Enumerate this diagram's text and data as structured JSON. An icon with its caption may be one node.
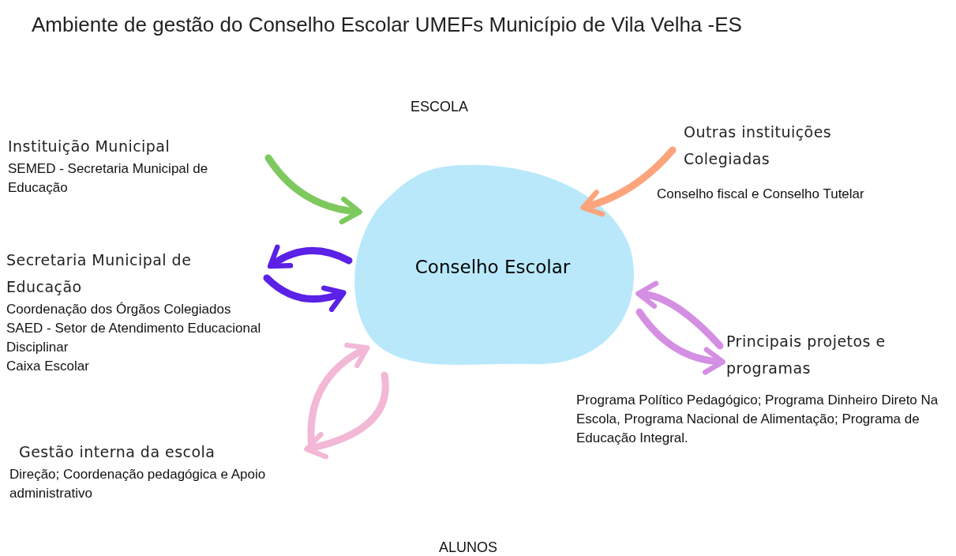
{
  "diagram": {
    "title": "Ambiente de gestão do Conselho Escolar UMEFs Município de Vila Velha -ES",
    "nodes": [
      {
        "text": [
          "Conselho Escolar"
        ]
      },
      {
        "text": [
          "Instituição Municipal",
          "SEMED - Secretaria Municipal de Educação"
        ]
      },
      {
        "text": [
          "Outras instituições Colegiadas",
          "Conselho fiscal e Conselho Tutelar"
        ]
      },
      {
        "text": [
          "Secretaria Municipal de Educação",
          "Coordenação dos Órgãos Colegiados",
          "SAED - Setor de Atendimento Educacional Disciplinar",
          "Caixa Escolar"
        ]
      },
      {
        "text": [
          "Principais projetos e programas",
          "Programa Político Pedagógico; Programa Dinheiro Direto Na Escola, Programa Nacional de Alimentação; Programa de Educação Integral."
        ]
      },
      {
        "text": [
          "Gestão interna da escola",
          "Direção; Coordenação pedagógica e Apoio administrativo"
        ]
      }
    ],
    "edges": [
      {
        "from": 1,
        "to": 0,
        "arrow": "to",
        "color": "#7dc95e"
      },
      {
        "from": 2,
        "to": 0,
        "arrow": "to",
        "color": "#fca47c"
      },
      {
        "from": 0,
        "to": 3,
        "arrow": "to",
        "color": "#5b21e6"
      },
      {
        "from": 3,
        "to": 0,
        "arrow": "to",
        "color": "#5b21e6"
      },
      {
        "from": 4,
        "to": 0,
        "arrow": "to",
        "color": "#d48fe3"
      },
      {
        "from": 0,
        "to": 4,
        "arrow": "to",
        "color": "#d48fe3"
      },
      {
        "from": 5,
        "to": 0,
        "arrow": "to",
        "color": "#f2b8d6"
      },
      {
        "from": 0,
        "to": 5,
        "arrow": "to",
        "color": "#f2b8d6"
      }
    ],
    "labels": [
      "ESCOLA",
      "ALUNOS"
    ]
  }
}
